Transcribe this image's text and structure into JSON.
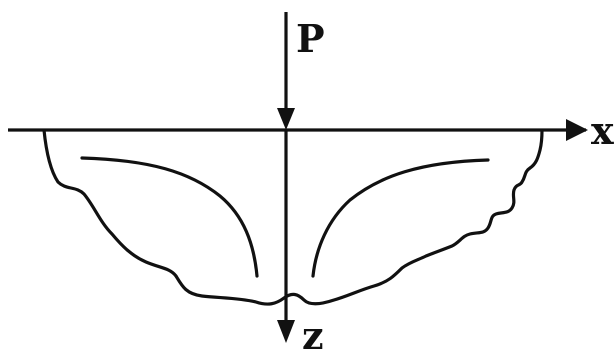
{
  "labels": {
    "load": "P",
    "x_axis": "x",
    "z_axis": "z"
  },
  "colors": {
    "ink": "#111111",
    "background": "#ffffff"
  }
}
